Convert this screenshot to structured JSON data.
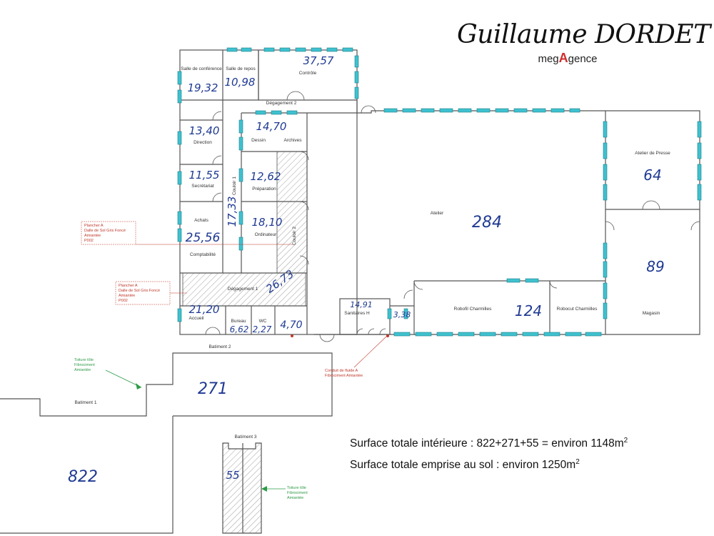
{
  "header": {
    "brand_name": "Guillaume DORDET",
    "brand_sub_1": "meg",
    "brand_sub_2": "A",
    "brand_sub_3": "gence"
  },
  "rooms": {
    "salle_conf": "Salle de conférence",
    "salle_repos": "Salle de repos",
    "controle": "Contrôle",
    "degagement2": "Dégagement 2",
    "dessin": "Dessin",
    "archives": "Archives",
    "direction": "Direction",
    "secretariat": "Secrétariat",
    "couloir1": "Couloir 1",
    "couloir2": "Couloir 2",
    "preparation": "Préparation",
    "achats": "Achats",
    "comptabilite": "Comptabilité",
    "ordinateur": "Ordinateur",
    "degagement1": "Dégagement 1",
    "accueil": "Accueil",
    "bureau": "Bureau",
    "wc": "WC",
    "sanitaires": "Sanitaires H",
    "atelier": "Atelier",
    "atelier_presse": "Atelier de Presse",
    "robofil": "Robofil Charmilles",
    "robocut": "Robocut Charmilles",
    "magasin": "Magasin",
    "batiment1": "Batiment 1",
    "batiment2": "Batiment 2",
    "batiment3": "Batiment 3"
  },
  "areas": {
    "salle_conf": "19,32",
    "salle_repos": "10,98",
    "controle": "37,57",
    "dessin": "14,70",
    "direction": "13,40",
    "secretariat": "11,55",
    "couloir1": "17,33",
    "preparation": "12,62",
    "achats": "25,56",
    "ordinateur": "18,10",
    "degagement1": "26,73",
    "accueil": "21,20",
    "bureau": "6,62",
    "wc": "2,27",
    "small": "4,70",
    "sanitaires": "14,91",
    "small2": "3,38",
    "atelier": "284",
    "atelier_presse": "64",
    "robofil": "124",
    "magasin": "89",
    "batiment2": "271",
    "batiment1": "822",
    "batiment3": "55"
  },
  "notes": {
    "plancher_a1": "Plancher A",
    "plancher_a1_2": "Dalle de Sol Gris Foncé",
    "plancher_a1_3": "Amiantée",
    "plancher_a1_4": "P002",
    "plancher_a2": "Plancher A",
    "plancher_a2_2": "Dalle de Sol Gris Foncé",
    "plancher_a2_3": "Amiantée",
    "plancher_a2_4": "P002",
    "conduit_1": "Conduit de fluide A",
    "conduit_2": "Fibrociment Amiantée",
    "toiture_1": "Toiture tôle",
    "toiture_1_2": "Fibrociment",
    "toiture_1_3": "Amiantée",
    "toiture_2": "Toiture tôle",
    "toiture_2_2": "Fibrociment",
    "toiture_2_3": "Amiantée"
  },
  "summary": {
    "line1": "Surface totale intérieure : 822+271+55 = environ 1148m",
    "line1_sup": "2",
    "line2": "Surface totale emprise au sol : environ 1250m",
    "line2_sup": "2"
  },
  "colors": {
    "wall": "#555555",
    "window": "#3fc1cf",
    "handwriting": "#1f3a93",
    "asbestos_note": "#c0392b",
    "roof_note": "#2e9b47"
  }
}
